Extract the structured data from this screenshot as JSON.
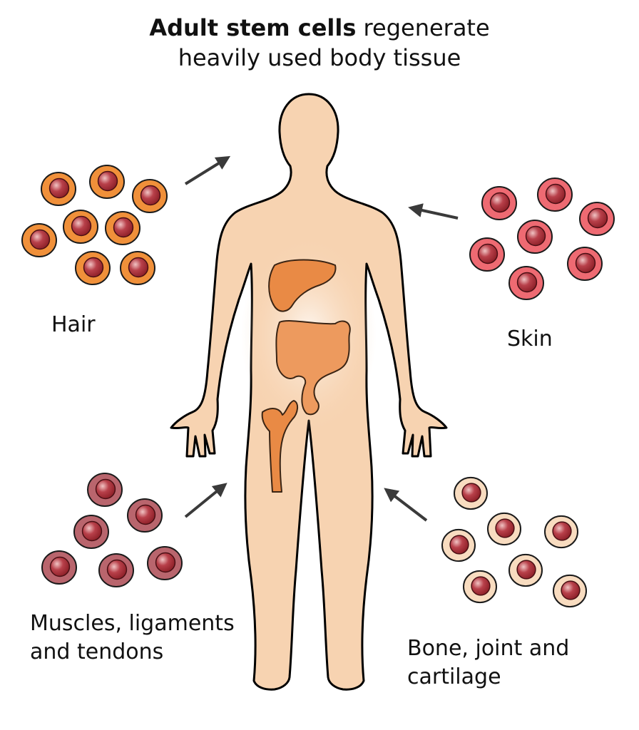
{
  "title": {
    "bold": "Adult stem cells",
    "rest_line1": " regenerate",
    "line2": "heavily used body tissue"
  },
  "labels": {
    "hair": "Hair",
    "skin": "Skin",
    "muscles_line1": "Muscles, ligaments",
    "muscles_line2": "and tendons",
    "bone_line1": "Bone, joint and",
    "bone_line2": "cartilage"
  },
  "colors": {
    "hair_cell": "#f0903a",
    "skin_cell": "#ee6a72",
    "muscle_cell": "#b9656d",
    "bone_cell": "#f8dcc0",
    "nucleus": "#a3282f",
    "skin_tone": "#f7d3b1",
    "organ": "#e98a45",
    "arrow": "#3a3a3a"
  }
}
